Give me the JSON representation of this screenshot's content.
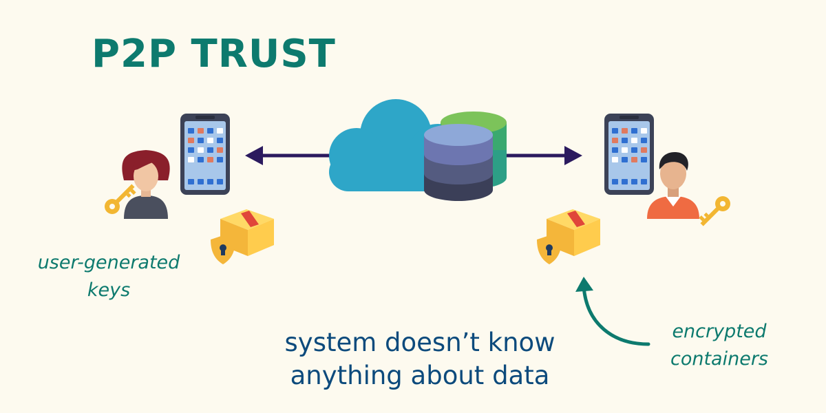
{
  "title": "P2P TRUST",
  "annotations": {
    "keys": [
      "user-generated",
      "keys"
    ],
    "containers": [
      "encrypted",
      "containers"
    ]
  },
  "headline": [
    "system doesn’t know",
    "anything about data"
  ],
  "icons": {
    "left_user": "woman-avatar-icon",
    "right_user": "man-avatar-icon",
    "phones": "smartphone-icon",
    "keys": "key-icon",
    "boxes": "package-icon",
    "shields": "shield-lock-icon",
    "cloud": "cloud-icon",
    "database": "database-icon",
    "arrows": "double-headed-arrow"
  },
  "colors": {
    "title": "#0d7a6e",
    "headline": "#0c4a7c",
    "arrow": "#2b1a5e",
    "cloud": "#2ea6c8",
    "background": "#fdfaef"
  }
}
